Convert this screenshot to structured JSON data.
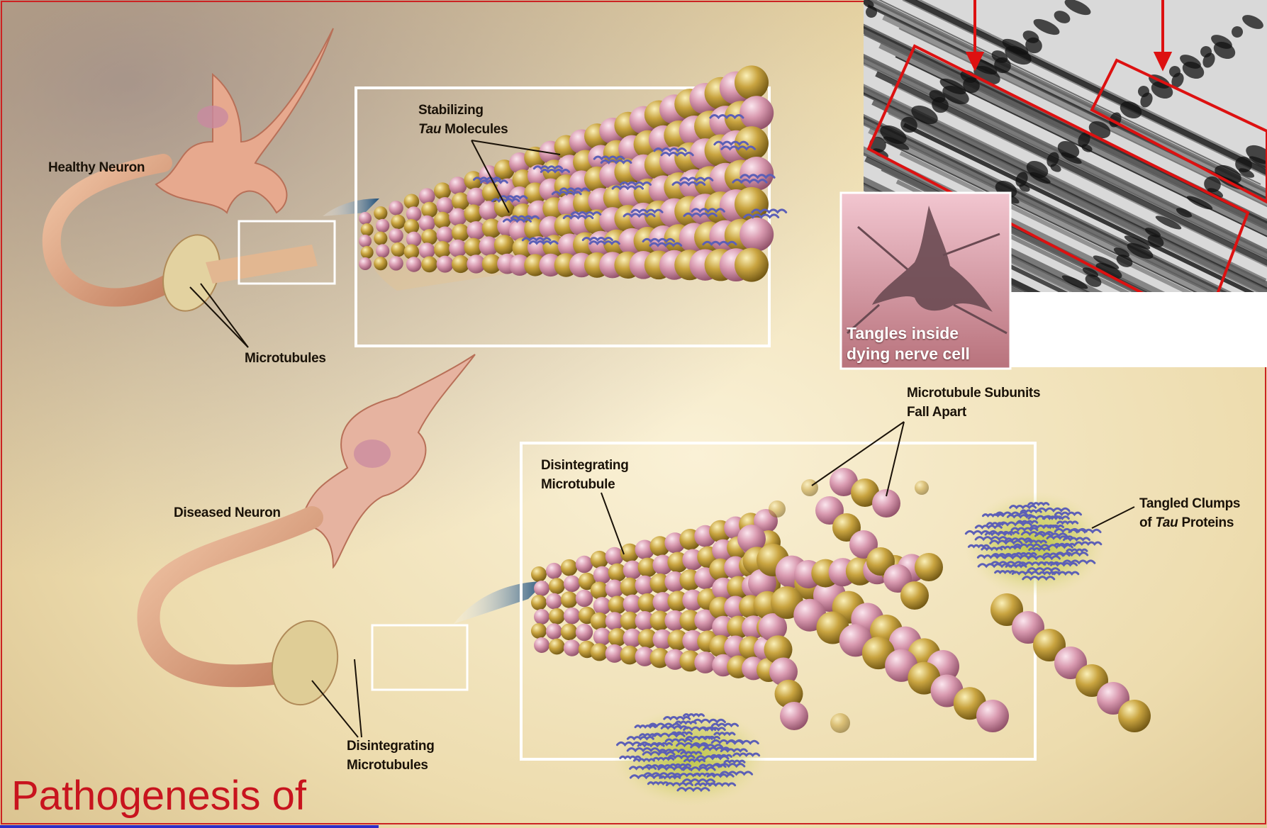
{
  "title": "Pathogenesis of",
  "labels": {
    "healthy_neuron": "Healthy Neuron",
    "microtubules": "Microtubules",
    "stabilizing_line1": "Stabilizing",
    "stabilizing_tau": "Tau",
    "stabilizing_rest": " Molecules",
    "diseased_neuron": "Diseased Neuron",
    "disintegrating_microtubules_line1": "Disintegrating",
    "disintegrating_microtubules_line2": "Microtubules",
    "disintegrating_microtubule_line1": "Disintegrating",
    "disintegrating_microtubule_line2": "Microtubule",
    "subunits_line1": "Microtubule Subunits",
    "subunits_line2": "Fall Apart",
    "clumps_line1": "Tangled Clumps",
    "clumps_of": "of ",
    "clumps_tau": "Tau",
    "clumps_rest": " Proteins"
  },
  "inset_caption": {
    "line1": "Tangles inside",
    "line2": "dying nerve cell"
  },
  "icons": [
    "neuron-illustration",
    "tau-tangle-illustration",
    "micrograph-photo",
    "dying-nerve-cell-photo",
    "zoom-arrow-icon"
  ],
  "colors": {
    "background": "#eddcae",
    "title_red": "#c8141e",
    "title_rule": "#2c2cc8",
    "frame_red": "#dd1111",
    "subunit_pink": "#d99ab0",
    "subunit_gold": "#c9a440",
    "tau_purple": "#6a6cc0"
  }
}
